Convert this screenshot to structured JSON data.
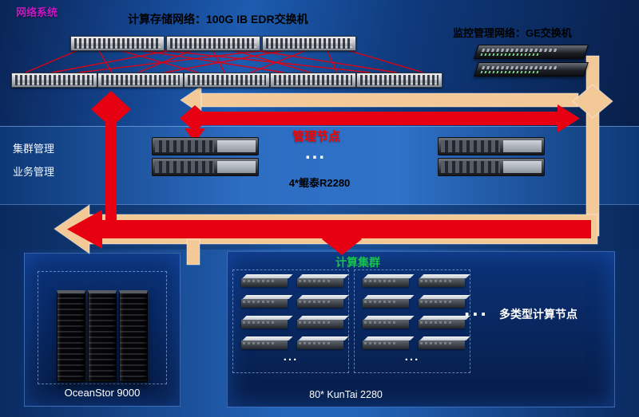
{
  "network": {
    "system_label": "网络系统",
    "storage_net_title": "计算存储网络：100G IB EDR交换机",
    "monitor_net_title": "监控管理网络：GE交换机",
    "ib_top_switches": 3,
    "ib_bottom_switches": 5,
    "ge_switches": 2
  },
  "management": {
    "title": "管理节点",
    "left_label_1": "集群管理",
    "left_label_2": "业务管理",
    "ellipsis": "...",
    "caption": "4*鲲泰R2280",
    "server_count": 4
  },
  "storage": {
    "label": "OceanStor 9000",
    "tower_count": 3
  },
  "compute": {
    "title": "计算集群",
    "caption": "80* KunTai 2280",
    "side_ellipsis": "...",
    "side_label": "多类型计算节点",
    "group_ellipsis": "...",
    "group_count": 2,
    "nodes_per_group": 8
  },
  "colors": {
    "arrow_tan": "#f3c998",
    "arrow_red": "#e60012",
    "title_magenta": "#c818c8",
    "mgmt_red": "#fe0000",
    "compute_green": "#17c24a"
  }
}
